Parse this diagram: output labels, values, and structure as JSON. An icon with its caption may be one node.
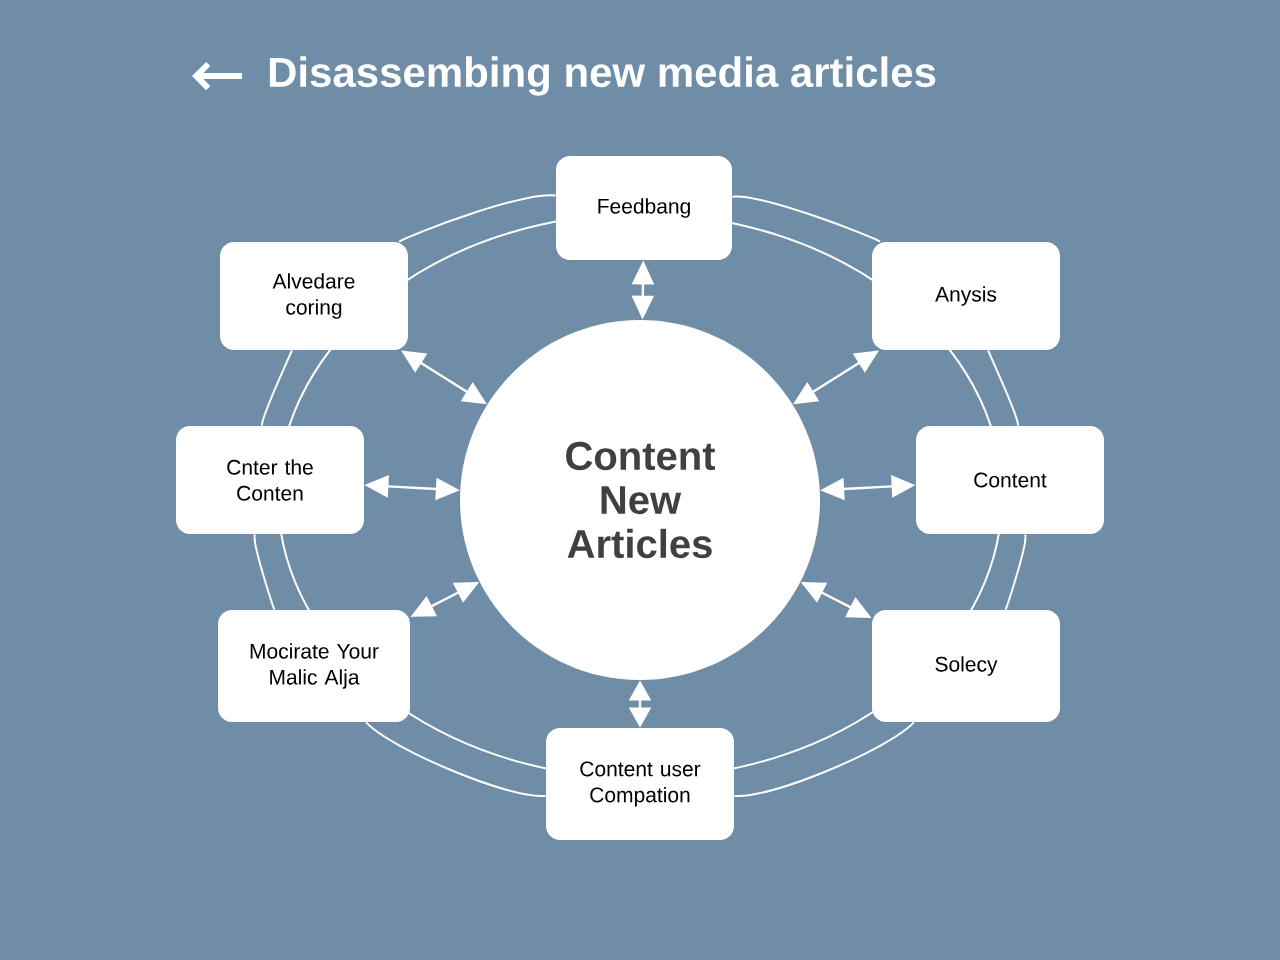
{
  "diagram": {
    "title": "Disassembing new media articles",
    "nodes": [
      {
        "text": [
          "Content New Articles"
        ]
      },
      {
        "text": [
          "Feedbang"
        ]
      },
      {
        "text": [
          "Alvedare coring"
        ]
      },
      {
        "text": [
          "Anysis"
        ]
      },
      {
        "text": [
          "Cnter the Conten"
        ]
      },
      {
        "text": [
          "Content"
        ]
      },
      {
        "text": [
          "Mocirate Your Malic Alja"
        ]
      },
      {
        "text": [
          "Solecy"
        ]
      },
      {
        "text": [
          "Content user Compation"
        ]
      }
    ],
    "edges": [
      {
        "from": 1,
        "to": 3,
        "arrow": "none"
      },
      {
        "from": 3,
        "to": 5,
        "arrow": "none"
      },
      {
        "from": 5,
        "to": 7,
        "arrow": "none"
      },
      {
        "from": 7,
        "to": 8,
        "arrow": "none"
      },
      {
        "from": 8,
        "to": 6,
        "arrow": "none"
      },
      {
        "from": 6,
        "to": 4,
        "arrow": "none"
      },
      {
        "from": 4,
        "to": 2,
        "arrow": "none"
      },
      {
        "from": 2,
        "to": 1,
        "arrow": "none"
      },
      {
        "from": 0,
        "to": 1,
        "arrow": "both"
      },
      {
        "from": 0,
        "to": 3,
        "arrow": "both"
      },
      {
        "from": 0,
        "to": 5,
        "arrow": "both"
      },
      {
        "from": 0,
        "to": 7,
        "arrow": "both"
      },
      {
        "from": 0,
        "to": 8,
        "arrow": "both"
      },
      {
        "from": 0,
        "to": 6,
        "arrow": "both"
      },
      {
        "from": 0,
        "to": 4,
        "arrow": "both"
      },
      {
        "from": 0,
        "to": 2,
        "arrow": "both"
      }
    ]
  }
}
